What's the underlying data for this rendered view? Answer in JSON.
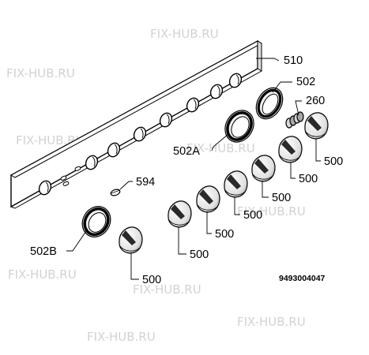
{
  "watermark": "FIX-HUB.RU",
  "callouts": {
    "panel": "510",
    "ring_right": "502",
    "spring": "260",
    "ring_mid": "502A",
    "clip": "594",
    "ring_left": "502B",
    "knob": "500"
  },
  "doc_number": "9493004047",
  "colors": {
    "line": "#000000",
    "watermark": "#d2d2d2",
    "background": "#ffffff"
  }
}
